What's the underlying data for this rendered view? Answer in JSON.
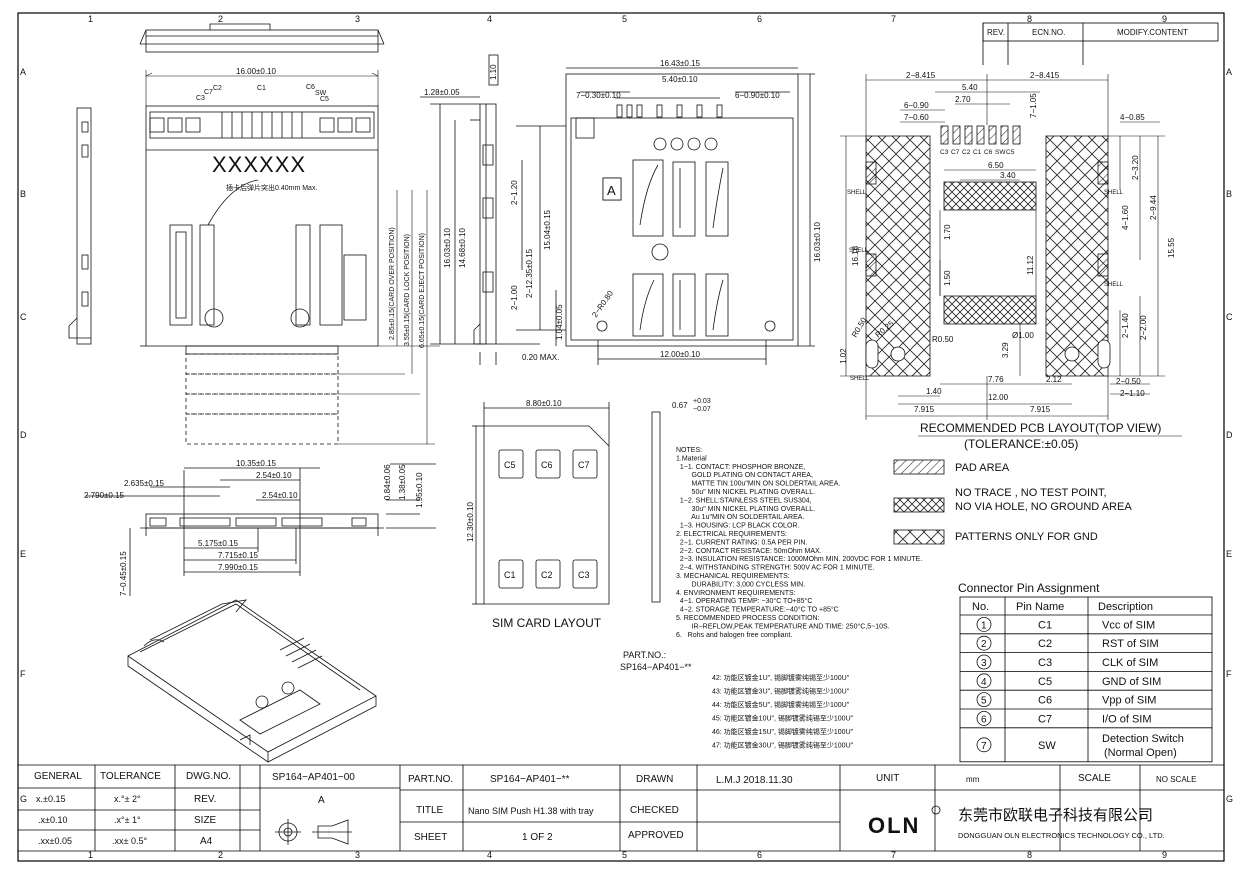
{
  "grid": {
    "cols": [
      "1",
      "2",
      "3",
      "4",
      "5",
      "6",
      "7",
      "8",
      "9"
    ],
    "rows": [
      "A",
      "B",
      "C",
      "D",
      "E",
      "F",
      "G"
    ]
  },
  "revision_block": {
    "rev": "REV.",
    "ecn": "ECN.NO.",
    "modify": "MODIFY.CONTENT"
  },
  "front_view": {
    "width": "16.00±0.10",
    "pins": [
      "C2",
      "C1",
      "C3",
      "C6",
      "SW",
      "C5",
      "C7"
    ],
    "marking": "XXXXXX",
    "note_cn": "插卡后弹片突出0.40mm Max.",
    "dim_over": "2.85±0.15(CARD OVER POSITION)",
    "dim_lock": "3.55±0.15(CARD LOCK POSITION)",
    "dim_eject": "6.65±0.15(CARD EJECT POSITION)"
  },
  "side_view": {
    "top": "1.28±0.05",
    "h1": "16.03±0.10",
    "h2": "14.68±0.10",
    "bottom": "0.20 MAX.",
    "ref": "1.10"
  },
  "bottom_view": {
    "width": "16.43±0.15",
    "inner": "5.40±0.10",
    "left": "7−0.30±0.10",
    "right": "6−0.90±0.10",
    "d1": "2−1.20",
    "d2": "2−12.35±0.15",
    "d3": "15.04±0.15",
    "d4": "2−1.00",
    "d5": "1.04±0.05",
    "d6": "2−R0.80",
    "d7": "16.03±0.10",
    "base": "12.00±0.10",
    "mark": "A"
  },
  "pcb_layout": {
    "left_w": "2−8.415",
    "right_w": "2−8.415",
    "w540": "5.40",
    "w270": "2.70",
    "p690": "6−0.90",
    "p760": "7−0.60",
    "p105": "7−1.05",
    "p085": "4−0.85",
    "pins": [
      "C3",
      "C7",
      "C2",
      "C1",
      "C6",
      "SW",
      "C5"
    ],
    "w650": "6.50",
    "w340": "3.40",
    "h320": "2−3.20",
    "h944": "2−9.44",
    "h160": "4−1.60",
    "h1555": "15.55",
    "h170": "1.70",
    "h1112": "11.12",
    "h150": "1.50",
    "h1618": "16.18",
    "shell": "SHELL",
    "r050": "R0.50",
    "r025": "R0.25",
    "r050b": "R0.50",
    "d100": "Ø1.00",
    "h329": "3.29",
    "h102": "1.02",
    "h240": "2−1.40",
    "h200": "2−2.00",
    "w140": "1.40",
    "w776": "7.76",
    "w212": "2.12",
    "w1200": "12.00",
    "w050": "2−0.50",
    "w110": "2−1.10",
    "w7915a": "7.915",
    "w7915b": "7.915",
    "title": "RECOMMENDED PCB LAYOUT(TOP VIEW)",
    "tolerance": "(TOLERANCE:±0.05)"
  },
  "legend": {
    "pad": "PAD AREA",
    "no_trace_1": "NO TRACE , NO TEST POINT,",
    "no_trace_2": "NO VIA HOLE, NO GROUND AREA",
    "gnd": "PATTERNS ONLY FOR GND"
  },
  "lower_side_view": {
    "w1035": "10.35±0.15",
    "w254a": "2.54±0.10",
    "w2635": "2.635±0.15",
    "w2790": "2.790±0.15",
    "w254b": "2.54±0.10",
    "w5175": "5.175±0.15",
    "w7715": "7.715±0.15",
    "w7990": "7.990±0.15",
    "h045": "7−0.45±0.15",
    "h084": "0.84±0.06",
    "h138": "1.38±0.05",
    "h195": "1.95±0.10"
  },
  "sim_card": {
    "width": "8.80±0.10",
    "height": "12.30±0.10",
    "thickness_main": "0.67",
    "thickness_up": "+0.03",
    "thickness_dn": "−0.07",
    "top_pads": [
      "C5",
      "C6",
      "C7"
    ],
    "bottom_pads": [
      "C1",
      "C2",
      "C3"
    ],
    "title": "SIM CARD LAYOUT"
  },
  "notes": [
    "NOTES:",
    "1.Material",
    "  1−1. CONTACT: PHOSPHOR BRONZE,",
    "        GOLD PLATING ON CONTACT AREA,",
    "        MATTE TIN 100u\"MIN ON SOLDERTAIL AREA.",
    "        50u\" MIN NICKEL PLATING OVERALL.",
    "  1−2. SHELL:STAINLESS STEEL SUS304,",
    "        30u\" MIN NICKEL PLATING OVERALL.",
    "        Au 1u\"MIN ON SOLDERTAIL AREA.",
    "  1−3. HOUSING: LCP BLACK COLOR.",
    "2. ELECTRICAL REQUIREMENTS:",
    "  2−1. CURRENT RATING: 0.5A PER PIN.",
    "  2−2. CONTACT RESISTACE: 50mOhm MAX.",
    "  2−3. INSULATION RESISTANCE: 1000MOhm MIN. 200VDC FOR 1 MINUTE.",
    "  2−4. WITHSTANDING STRENGTH: 500V AC FOR 1 MINUTE.",
    "3. MECHANICAL REQUIREMENTS:",
    "        DURABILITY: 3,000 CYCLESS MIN.",
    "4. ENVIRONMENT REQUIREMENTS:",
    "  4−1. OPERATING TEMP: −30°C TO+85°C",
    "  4−2. STORAGE TEMPERATURE:−40°C TO +85°C",
    "5. RECOMMENDED PROCESS CONDITION:",
    "        IR−REFLOW,PEAK TEMPERATURE AND TIME: 250°C,5~10S.",
    "6.   Rohs and halogen free compliant."
  ],
  "part_no": {
    "label": "PART.NO.:",
    "value": "SP164−AP401−**",
    "variants": [
      "42: 功能区镀金1U\", 锡脚镀雾纯锡至少100U\"",
      "43: 功能区镀金3U\", 锡脚镀雾纯锡至少100U\"",
      "44: 功能区镀金5U\", 锡脚镀雾纯锡至少100U\"",
      "45: 功能区镀金10U\", 锡脚镀雾纯锡至少100U\"",
      "46: 功能区镀金15U\", 锡脚镀雾纯锡至少100U\"",
      "47: 功能区镀金30U\", 锡脚镀雾纯锡至少100U\""
    ]
  },
  "pin_assignment": {
    "title": "Connector Pin Assignment",
    "headers": [
      "No.",
      "Pin Name",
      "Description"
    ],
    "rows": [
      {
        "no": "1",
        "pin": "C1",
        "desc": "Vcc of SIM"
      },
      {
        "no": "2",
        "pin": "C2",
        "desc": "RST of SIM"
      },
      {
        "no": "3",
        "pin": "C3",
        "desc": "CLK of SIM"
      },
      {
        "no": "4",
        "pin": "C5",
        "desc": "GND of SIM"
      },
      {
        "no": "5",
        "pin": "C6",
        "desc": "Vpp of SIM"
      },
      {
        "no": "6",
        "pin": "C7",
        "desc": "I/O of SIM"
      },
      {
        "no": "7",
        "pin": "SW",
        "desc": "Detection Switch",
        "desc2": "(Normal Open)"
      }
    ]
  },
  "title_block": {
    "general": "GENERAL",
    "tolerance": "TOLERANCE",
    "dwg_no_label": "DWG.NO.",
    "dwg_no": "SP164−AP401−00",
    "tol_x": "x.±0.15",
    "tol_xdeg": "x.°± 2°",
    "rev_label": "REV.",
    "rev": "A",
    "tol_xx": ".x±0.10",
    "tol_xxdeg": ".x°± 1°",
    "size_label": "SIZE",
    "tol_xxx": ".xx±0.05",
    "tol_xxxdeg": ".xx± 0.5°",
    "size": "A4",
    "part_no_label": "PART.NO.",
    "part_no": "SP164−AP401−**",
    "drawn_label": "DRAWN",
    "drawn": "L.M.J 2018.11.30",
    "unit_label": "UNIT",
    "unit": "mm",
    "scale_label": "SCALE",
    "scale": "NO SCALE",
    "title_label": "TITLE",
    "title": "Nano SIM Push H1.38 with tray",
    "checked_label": "CHECKED",
    "sheet_label": "SHEET",
    "sheet": "1 OF 2",
    "approved_label": "APPROVED",
    "company_logo": "OLN",
    "company_cn": "东莞市欧联电子科技有限公司",
    "company_en": "DONGGUAN OLN ELECTRONICS TECHNOLOGY CO., LTD."
  }
}
